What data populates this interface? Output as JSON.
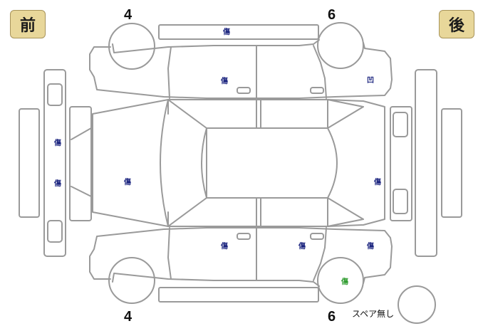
{
  "labels": {
    "front": "前",
    "rear": "後",
    "tire_front_top": "4",
    "tire_rear_top": "6",
    "tire_front_bottom": "4",
    "tire_rear_bottom": "6",
    "spare": "スペア無し"
  },
  "damage_marks": [
    {
      "id": "roof-rail-top",
      "text": "傷",
      "color": "#1a237e"
    },
    {
      "id": "front-door-left",
      "text": "傷",
      "color": "#1a237e"
    },
    {
      "id": "rear-quarter-left",
      "text": "凹",
      "color": "#1a237e"
    },
    {
      "id": "front-bumper-upper",
      "text": "傷",
      "color": "#1a237e"
    },
    {
      "id": "front-bumper-lower",
      "text": "傷",
      "color": "#1a237e"
    },
    {
      "id": "hood",
      "text": "傷",
      "color": "#1a237e"
    },
    {
      "id": "rear-hatch",
      "text": "傷",
      "color": "#1a237e"
    },
    {
      "id": "front-door-right",
      "text": "傷",
      "color": "#1a237e"
    },
    {
      "id": "rear-door-right",
      "text": "傷",
      "color": "#1a237e"
    },
    {
      "id": "rear-quarter-right",
      "text": "傷",
      "color": "#1a237e"
    },
    {
      "id": "rear-wheel-right",
      "text": "傷",
      "color": "#2e9b2e"
    }
  ],
  "colors": {
    "outline": "#9a9a9a",
    "badge_fill": "#e8d79a",
    "mark_blue": "#1a237e",
    "mark_green": "#2e9b2e"
  }
}
